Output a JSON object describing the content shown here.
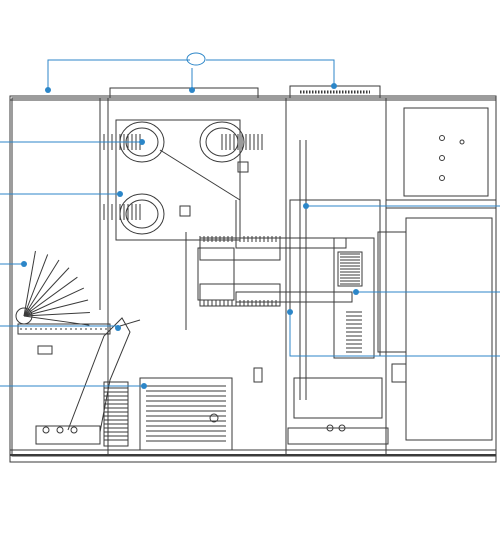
{
  "diagram": {
    "kind": "switchgear-cross-section",
    "colors": {
      "line": "#3a3a3a",
      "line_light": "#8a8a8a",
      "callout": "#2c86c8",
      "background": "#ffffff"
    },
    "callouts": [
      {
        "id": "top-busbar-callout",
        "icon": "callout-dot"
      },
      {
        "id": "upper-bushing-callout",
        "icon": "callout-dot"
      },
      {
        "id": "lower-bushing-callout",
        "icon": "callout-dot"
      },
      {
        "id": "fan-left-callout",
        "icon": "callout-dot"
      },
      {
        "id": "clamp-left-callout",
        "icon": "callout-dot"
      },
      {
        "id": "ct-left-callout",
        "icon": "callout-dot"
      },
      {
        "id": "breaker-right-callout",
        "icon": "callout-dot"
      },
      {
        "id": "contact-right-callout",
        "icon": "callout-dot"
      },
      {
        "id": "lower-right-callout",
        "icon": "callout-dot"
      }
    ]
  }
}
